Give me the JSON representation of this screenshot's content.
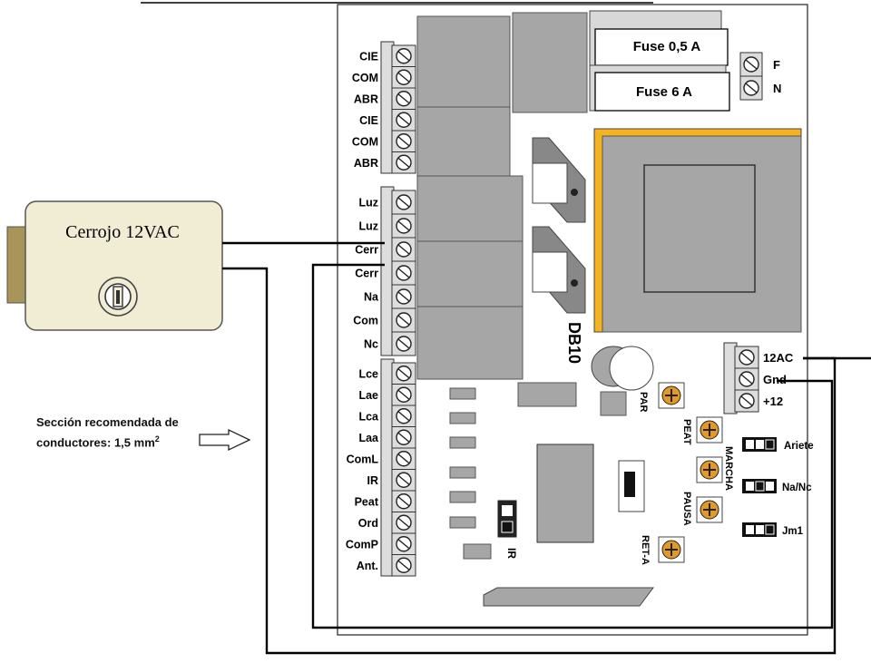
{
  "lock": {
    "label": "Cerrojo 12VAC"
  },
  "fuses": {
    "top": "Fuse 0,5 A",
    "bottom": "Fuse 6 A"
  },
  "power_terminals": [
    "F",
    "N"
  ],
  "left_terminals": {
    "group1": [
      "CIE",
      "COM",
      "ABR",
      "CIE",
      "COM",
      "ABR"
    ],
    "group2": [
      "Luz",
      "Luz",
      "Cerr",
      "Cerr",
      "Na",
      "Com",
      "Nc"
    ],
    "group3": [
      "Lce",
      "Lae",
      "Lca",
      "Laa",
      "ComL",
      "IR",
      "Peat",
      "Ord",
      "ComP",
      "Ant."
    ]
  },
  "right_terminals": [
    "12AC",
    "Gnd",
    "+12"
  ],
  "board_label": "DB10",
  "trimmers": [
    "PAR",
    "PEAT",
    "MARCHA",
    "PAUSA",
    "RET-A"
  ],
  "jumpers": [
    "Ariete",
    "Na/Nc",
    "Jm1"
  ],
  "ir_jumper": "IR",
  "note": {
    "line1": "Sección recomendada de",
    "line2_prefix": "conductores: 1,5 mm",
    "line2_sup": "2"
  },
  "colors": {
    "lock_fill": "#f1ecd4",
    "bolt": "#a8955a",
    "transformer_accent": "#f5b320",
    "trimmer": "#e39a24",
    "component_gray": "#a6a6a6"
  }
}
